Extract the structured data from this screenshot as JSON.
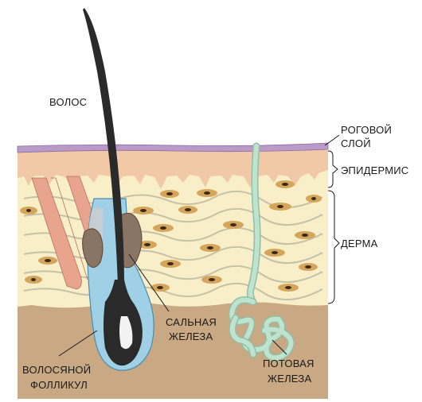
{
  "labels": {
    "hair": "ВОЛОС",
    "stratum_line1": "РОГОВОЙ",
    "stratum_line2": "СЛОЙ",
    "epidermis": "ЭПИДЕРМИС",
    "dermis": "ДЕРМА",
    "sebaceous_line1": "САЛЬНАЯ",
    "sebaceous_line2": "ЖЕЛЕЗА",
    "follicle_line1": "ВОЛОСЯНОЙ",
    "follicle_line2": "ФОЛЛИКУЛ",
    "sweat_line1": "ПОТОВАЯ",
    "sweat_line2": "ЖЕЛЕЗА"
  },
  "colors": {
    "stratum_corneum": "#b99ac8",
    "epidermis": "#f2c9a6",
    "dermis": "#f8efc8",
    "hypodermis": "#c8a983",
    "hair": "#2a2a2a",
    "follicle": "#9fd0e6",
    "sebaceous_gland": "#8a7463",
    "sweat_gland": "#bfe3cf",
    "muscle": "#e9a48e",
    "cell": "#d4a55a"
  }
}
